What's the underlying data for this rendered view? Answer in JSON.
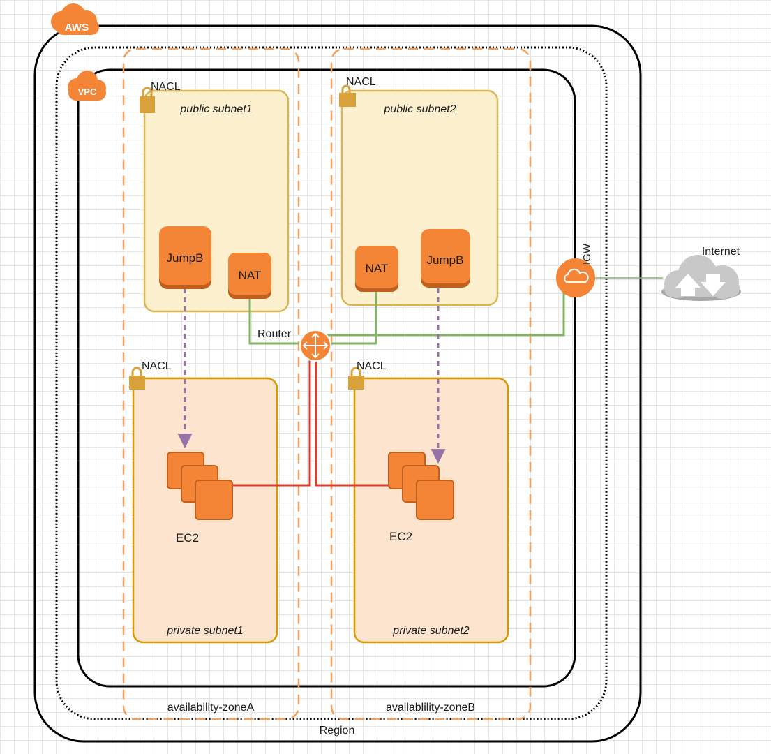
{
  "diagram": {
    "aws_badge": "AWS",
    "vpc_badge": "VPC",
    "region_label": "Region",
    "az_a_label": "availability-zoneA",
    "az_b_label": "availablility-zoneB",
    "nacl_label": "NACL",
    "public_subnet1_label": "public subnet1",
    "public_subnet2_label": "public subnet2",
    "private_subnet1_label": "private subnet1",
    "private_subnet2_label": "private subnet2",
    "jumpb_label": "JumpB",
    "nat_label": "NAT",
    "ec2_label": "EC2",
    "router_label": "Router",
    "igw_label": "IGW",
    "internet_label": "Internet"
  },
  "colors": {
    "aws_orange": "#f58536",
    "public_subnet_fill": "#fdf0cf",
    "public_subnet_stroke": "#d6b656",
    "private_subnet_fill": "#fde4cf",
    "private_subnet_stroke": "#d79b00",
    "az_dash": "#f5a05a",
    "green_link": "#82b366",
    "red_link": "#e03a2f",
    "purple_arrow": "#9673a6",
    "cloud_grey": "#c8c8c8"
  }
}
